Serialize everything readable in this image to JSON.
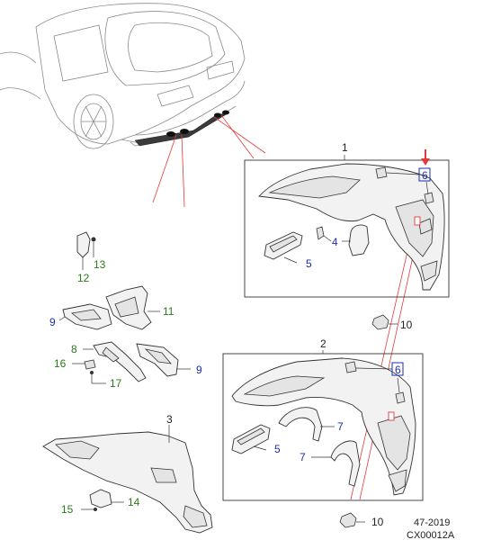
{
  "callouts": {
    "c1": "1",
    "c2": "2",
    "c3": "3",
    "c4": "4",
    "c5a": "5",
    "c5b": "5",
    "c6a": "6",
    "c6b": "6",
    "c7a": "7",
    "c7b": "7",
    "c8": "8",
    "c9a": "9",
    "c9b": "9",
    "c10a": "10",
    "c10b": "10",
    "c11": "11",
    "c12": "12",
    "c13": "13",
    "c14": "14",
    "c15": "15",
    "c16": "16",
    "c17": "17"
  },
  "footer": {
    "date_code": "47-2019",
    "drawing_id": "CX00012A"
  },
  "colors": {
    "callout_blue": "#1a2fb0",
    "callout_green": "#2a7a1a",
    "highlight_red": "#e23a3a"
  }
}
